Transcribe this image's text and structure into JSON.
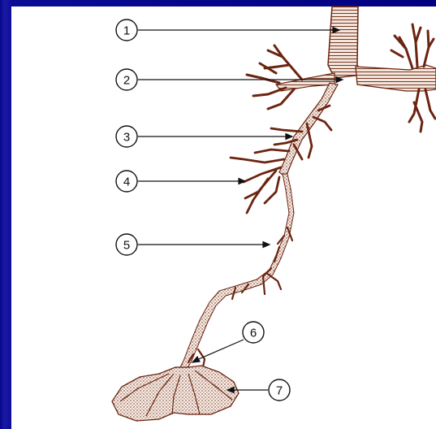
{
  "labels": [
    {
      "id": "label-1",
      "text": "1"
    },
    {
      "id": "label-2",
      "text": "2"
    },
    {
      "id": "label-3",
      "text": "3"
    },
    {
      "id": "label-4",
      "text": "4"
    },
    {
      "id": "label-5",
      "text": "5"
    },
    {
      "id": "label-6",
      "text": "6"
    },
    {
      "id": "label-7",
      "text": "7"
    }
  ],
  "colors": {
    "background": "#000080",
    "panel": "#ffffff",
    "ink": "#6b2410",
    "line": "#111111"
  }
}
